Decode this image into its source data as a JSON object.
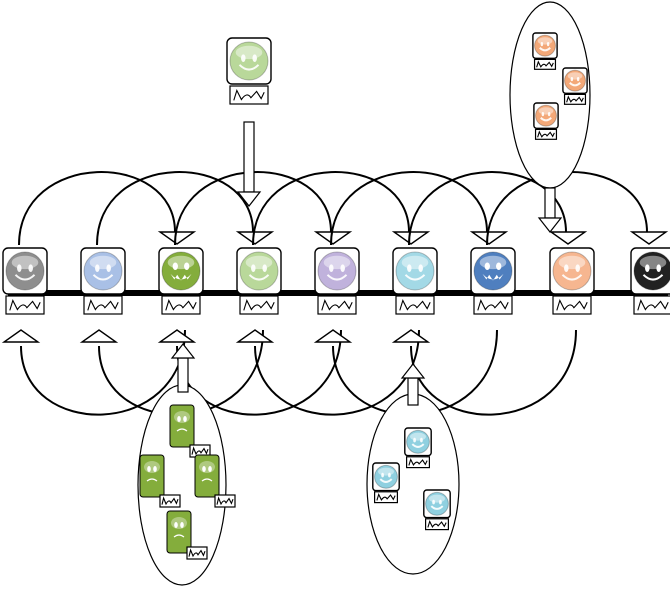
{
  "diagram": {
    "chain_nodes": [
      {
        "id": "n1",
        "face": "smile",
        "color": "#8e8e8e"
      },
      {
        "id": "n2",
        "face": "smile",
        "color": "#a9c0e6"
      },
      {
        "id": "n3",
        "face": "fanged",
        "color": "#84ad3c"
      },
      {
        "id": "n4",
        "face": "smile",
        "color": "#b9d89a"
      },
      {
        "id": "n5",
        "face": "smile",
        "color": "#c0b2dc"
      },
      {
        "id": "n6",
        "face": "smile",
        "color": "#a3d9e6"
      },
      {
        "id": "n7",
        "face": "fanged",
        "color": "#4f7fbf"
      },
      {
        "id": "n8",
        "face": "smile",
        "color": "#f6b690"
      },
      {
        "id": "n9",
        "face": "smile",
        "color": "#222222"
      }
    ],
    "top_arcs": [
      [
        "n1",
        "n3"
      ],
      [
        "n2",
        "n4"
      ],
      [
        "n3",
        "n5"
      ],
      [
        "n4",
        "n6"
      ],
      [
        "n5",
        "n7"
      ],
      [
        "n6",
        "n8"
      ],
      [
        "n7",
        "n9"
      ]
    ],
    "bottom_arcs": [
      [
        "n3",
        "n1"
      ],
      [
        "n4",
        "n2"
      ],
      [
        "n5",
        "n3"
      ],
      [
        "n6",
        "n4"
      ],
      [
        "n7",
        "n5"
      ],
      [
        "n8",
        "n6"
      ]
    ],
    "incoming": [
      {
        "target": "n4",
        "from": "single-top",
        "color": "#b9d89a",
        "face": "smile"
      },
      {
        "target": "n8",
        "from": "group-top-right",
        "color": "#f3a878",
        "face": "smile",
        "count": 3
      },
      {
        "target": "n3",
        "from": "group-bottom-left",
        "color": "#84ad3c",
        "face": "sad",
        "count": 4
      },
      {
        "target": "n6",
        "from": "group-bottom-right",
        "color": "#8fd0e0",
        "face": "smile",
        "count": 3
      }
    ]
  }
}
